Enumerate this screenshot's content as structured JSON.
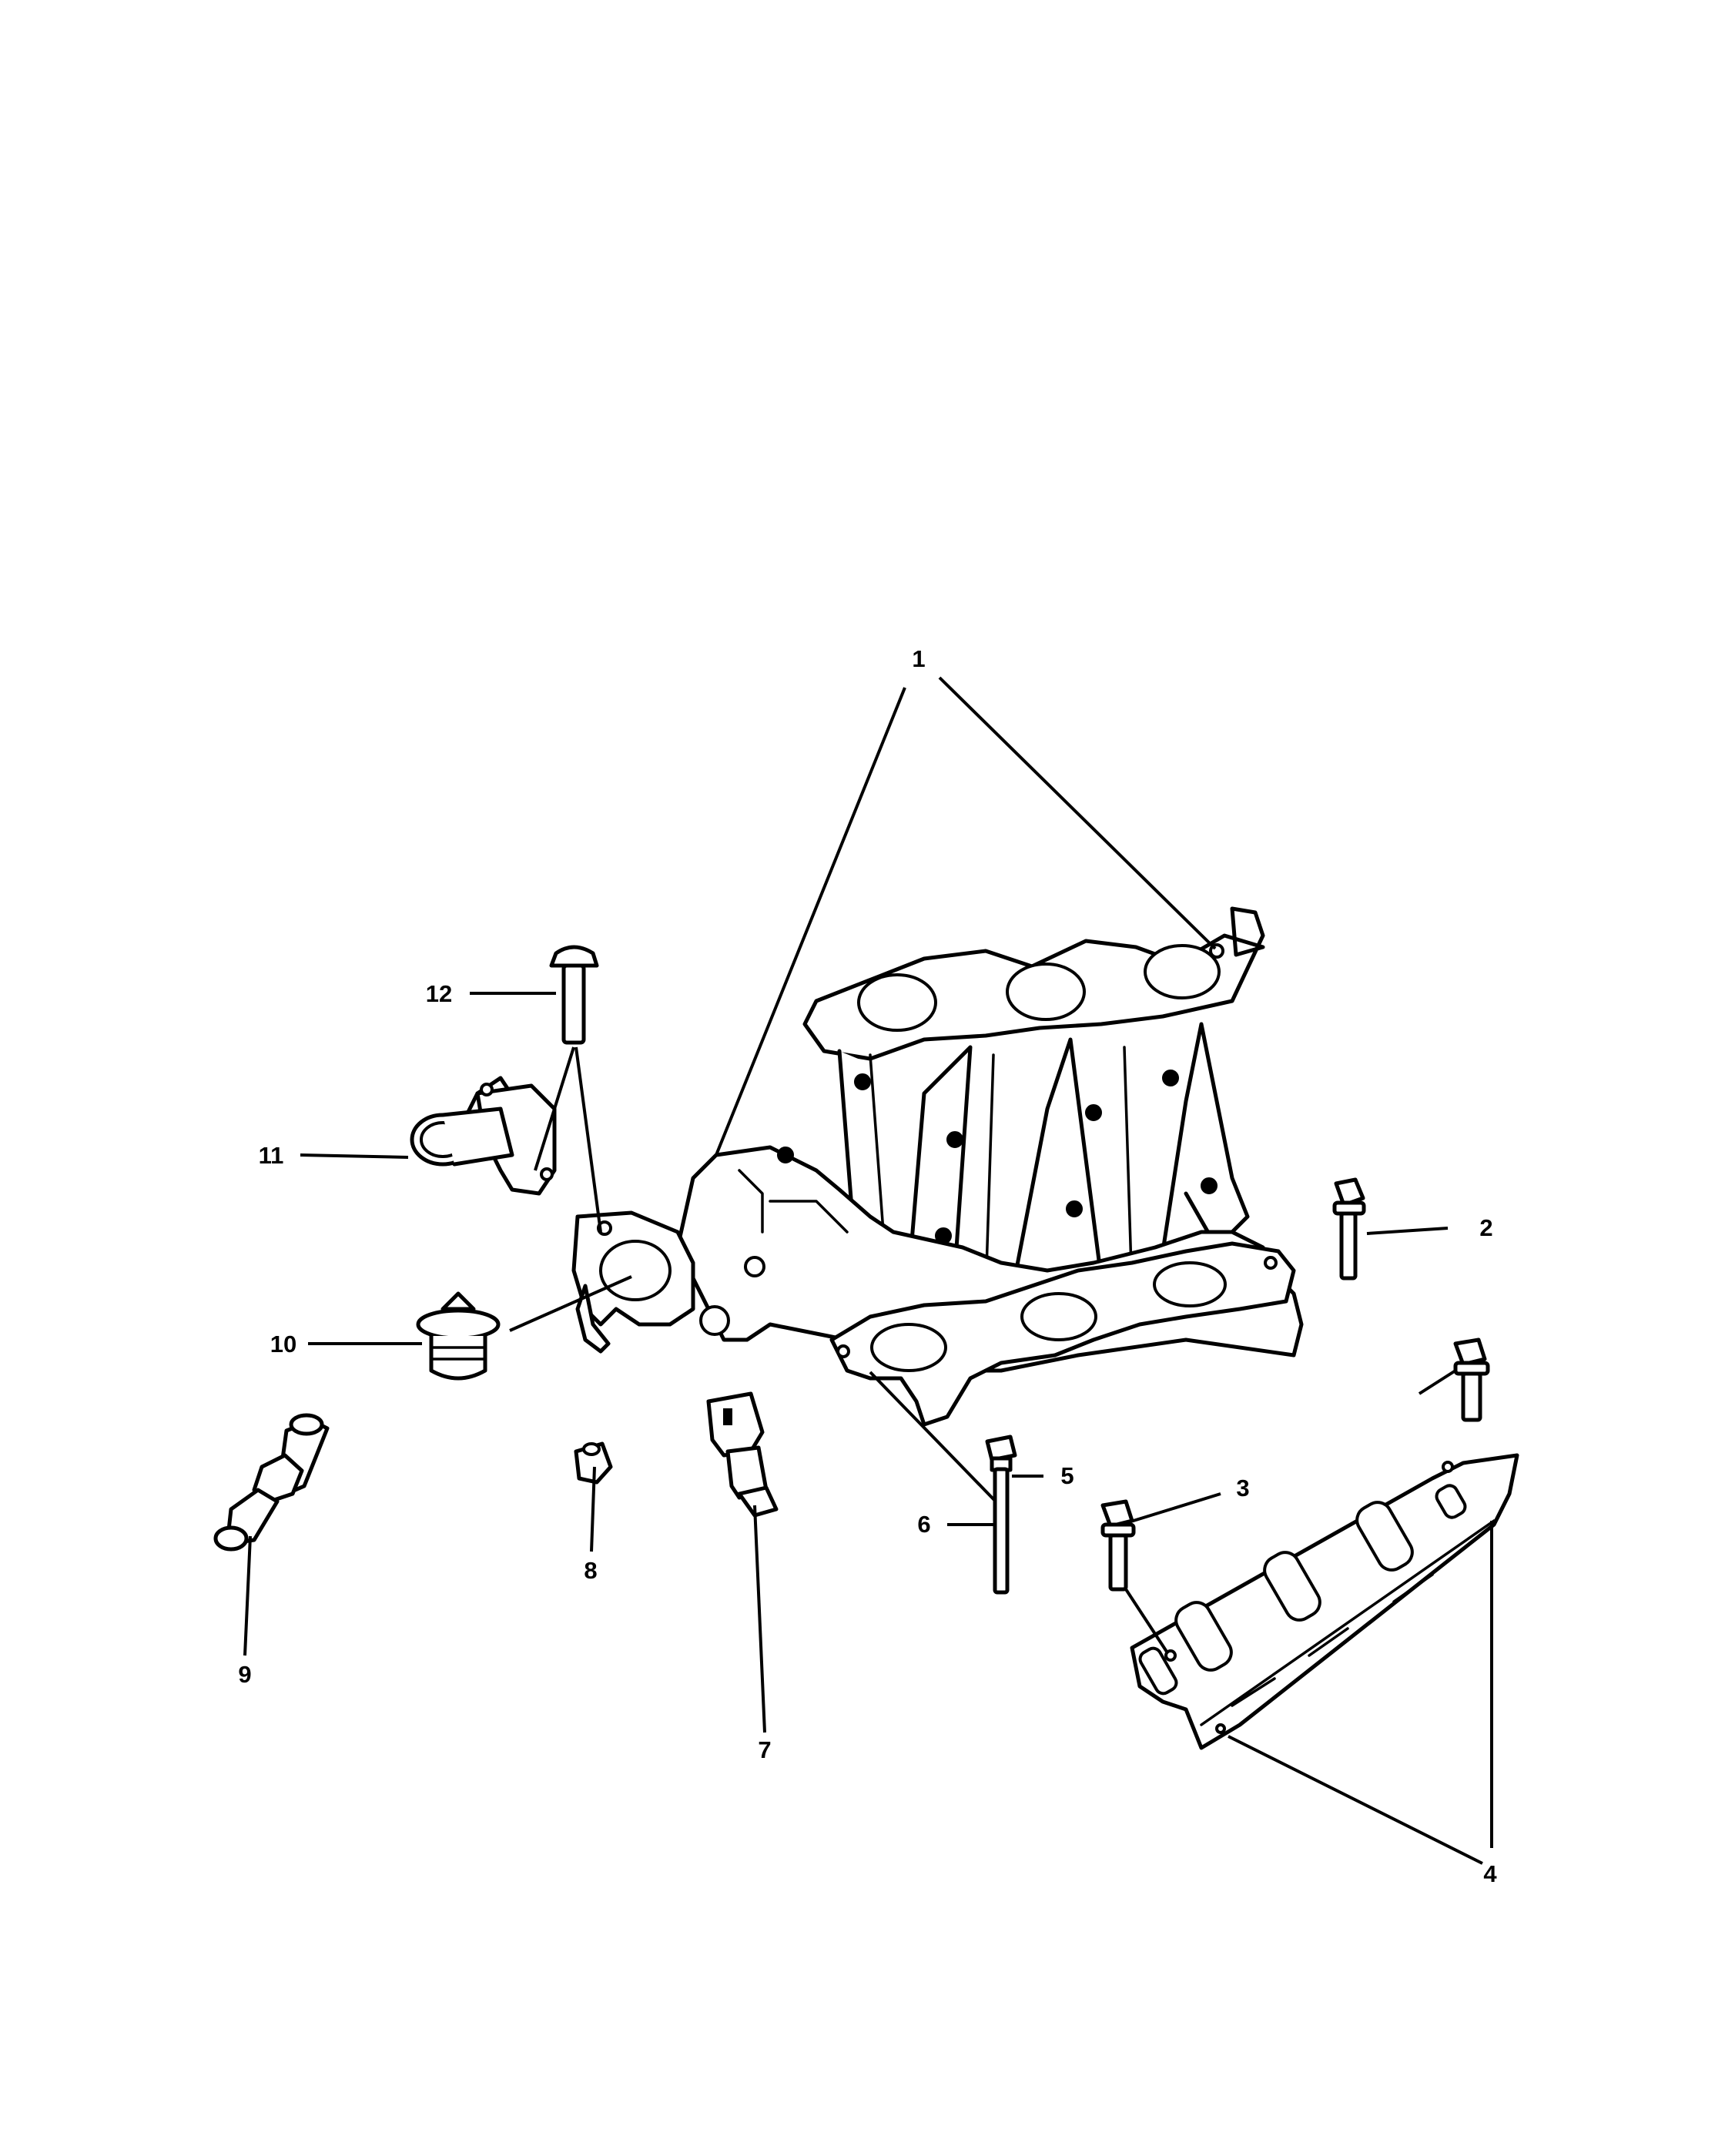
{
  "diagram": {
    "background": "#ffffff",
    "line_color": "#000000",
    "callouts": [
      {
        "id": "1",
        "label": "1"
      },
      {
        "id": "2",
        "label": "2"
      },
      {
        "id": "3",
        "label": "3"
      },
      {
        "id": "4",
        "label": "4"
      },
      {
        "id": "5",
        "label": "5"
      },
      {
        "id": "6",
        "label": "6"
      },
      {
        "id": "7",
        "label": "7"
      },
      {
        "id": "8",
        "label": "8"
      },
      {
        "id": "9",
        "label": "9"
      },
      {
        "id": "10",
        "label": "10"
      },
      {
        "id": "11",
        "label": "11"
      },
      {
        "id": "12",
        "label": "12"
      }
    ]
  }
}
